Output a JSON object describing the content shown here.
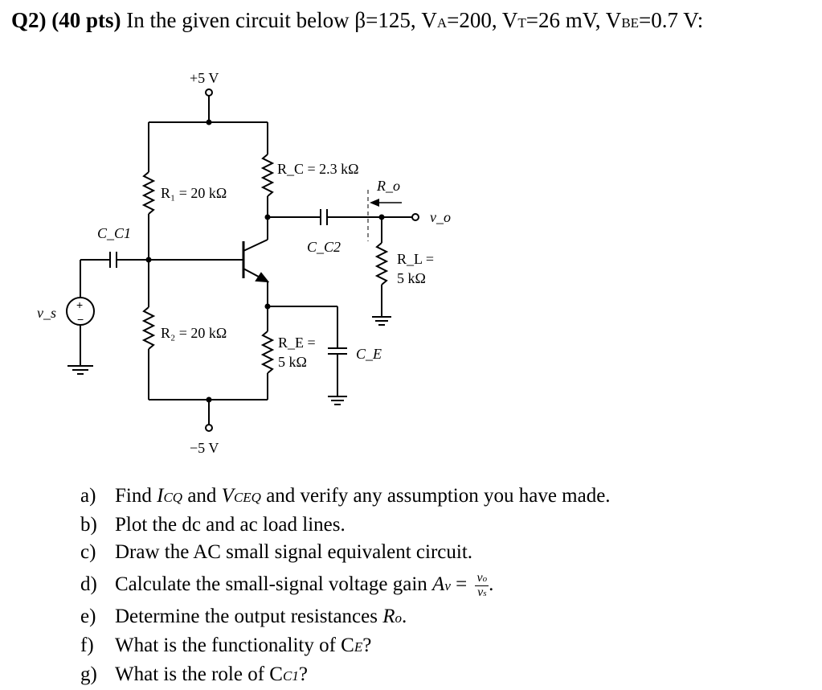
{
  "heading": {
    "label": "Q2) (40 pts)",
    "intro": "In the given circuit below β=125, V",
    "va_sub": "A",
    "va_val": "=200, V",
    "vt_sub": "T",
    "vt_val": "=26 mV, V",
    "vbe_sub": "BE",
    "vbe_val": "=0.7 V:"
  },
  "circuit": {
    "vcc": "+5 V",
    "vee": "−5 V",
    "r1": "R₁ = 20 kΩ",
    "r2": "R₂ = 20 kΩ",
    "rc": "R_C = 2.3 kΩ",
    "re_line1": "R_E =",
    "re_line2": "5 kΩ",
    "rl_line1": "R_L =",
    "rl_line2": "5 kΩ",
    "cc1": "C_C1",
    "cc2": "C_C2",
    "ce": "C_E",
    "ro": "R_o",
    "vo": "v_o",
    "vs": "v_s",
    "plus": "+",
    "minus": "−"
  },
  "questions": [
    {
      "letter": "a)",
      "pre": "Find ",
      "v1": "I",
      "s1": "CQ",
      "mid": " and ",
      "v2": "V",
      "s2": "CEQ",
      "post": " and verify any assumption you have made."
    },
    {
      "letter": "b)",
      "text": "Plot the dc and ac load lines."
    },
    {
      "letter": "c)",
      "text": "Draw the AC small signal equivalent circuit."
    },
    {
      "letter": "d)",
      "pre": "Calculate the small-signal voltage gain ",
      "var": "A",
      "sub": "v",
      "eq": " = ",
      "num": "v",
      "num_sub": "o",
      "den": "v",
      "den_sub": "s",
      "post": "."
    },
    {
      "letter": "e)",
      "pre": "Determine the output resistances ",
      "var": "R",
      "sub": "o",
      "post": "."
    },
    {
      "letter": "f)",
      "pre": "What is the functionality of C",
      "sub": "E",
      "post": "?"
    },
    {
      "letter": "g)",
      "pre": "What is the role of C",
      "sub": "C1",
      "post": "?"
    }
  ]
}
